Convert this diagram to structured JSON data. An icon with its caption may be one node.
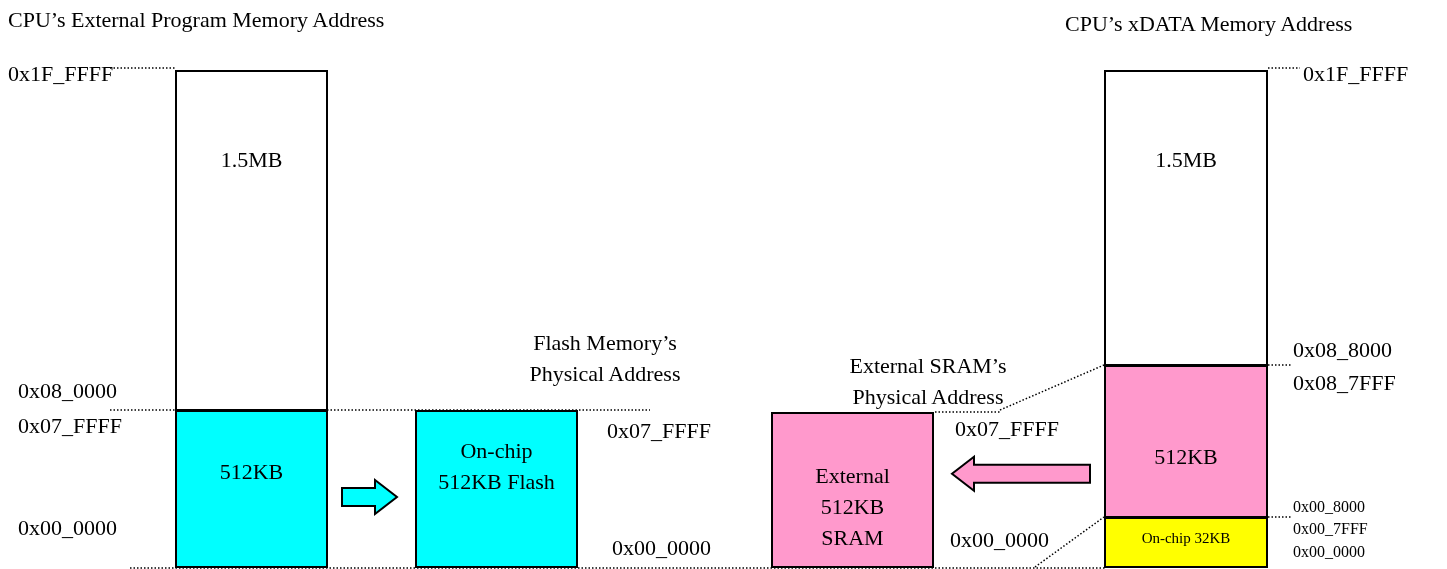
{
  "diagram": {
    "nodes": [
      {
        "text": [
          "1.5MB"
        ]
      },
      {
        "text": [
          "512KB"
        ]
      },
      {
        "text": [
          "On-chip 512KB Flash"
        ]
      },
      {
        "text": [
          "External 512KB SRAM"
        ]
      },
      {
        "text": [
          "1.5MB"
        ]
      },
      {
        "text": [
          "512KB"
        ]
      },
      {
        "text": [
          "On-chip 32KB"
        ]
      }
    ],
    "edges": [
      {
        "from": 1,
        "to": 2,
        "arrow": "to",
        "color": "#00ffff"
      },
      {
        "from": 5,
        "to": 3,
        "arrow": "to",
        "color": "#ff99cc"
      }
    ],
    "labels": [
      "CPU’s External Program Memory Address",
      "CPU’s xDATA Memory Address",
      "0x1F_FFFF",
      "0x1F_FFFF",
      "Flash Memory’s Physical Address",
      "External SRAM’s Physical Address",
      "0x08_8000",
      "0x08_0000",
      "0x08_7FFF",
      "0x07_FFFF",
      "0x07_FFFF",
      "0x07_FFFF",
      "0x00_8000",
      "0x00_7FFF",
      "0x00_0000",
      "0x00_0000",
      "0x00_0000",
      "0x00_0000"
    ]
  }
}
